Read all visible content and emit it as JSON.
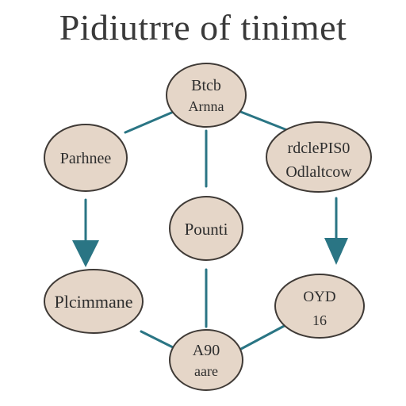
{
  "title": "Pidiutrre of tinimet",
  "colors": {
    "node_fill": "#e5d6c8",
    "node_stroke": "#3f3a36",
    "connector": "#2a7584",
    "arrow": "#2a7584",
    "text": "#2e2e2e",
    "title": "#3a3a3a"
  },
  "nodes": {
    "top": {
      "line1": "Btcb",
      "line2": "Arnna"
    },
    "left": {
      "line1": "Parhnee"
    },
    "right": {
      "line1": "rdclePIS0",
      "line2": "Odlaltcow"
    },
    "center": {
      "line1": "Pounti"
    },
    "bottom_left": {
      "line1": "Plcimmane"
    },
    "bottom_right": {
      "line1": "OYD",
      "line2": "16"
    },
    "bottom": {
      "line1": "A90",
      "line2": "aare"
    }
  }
}
